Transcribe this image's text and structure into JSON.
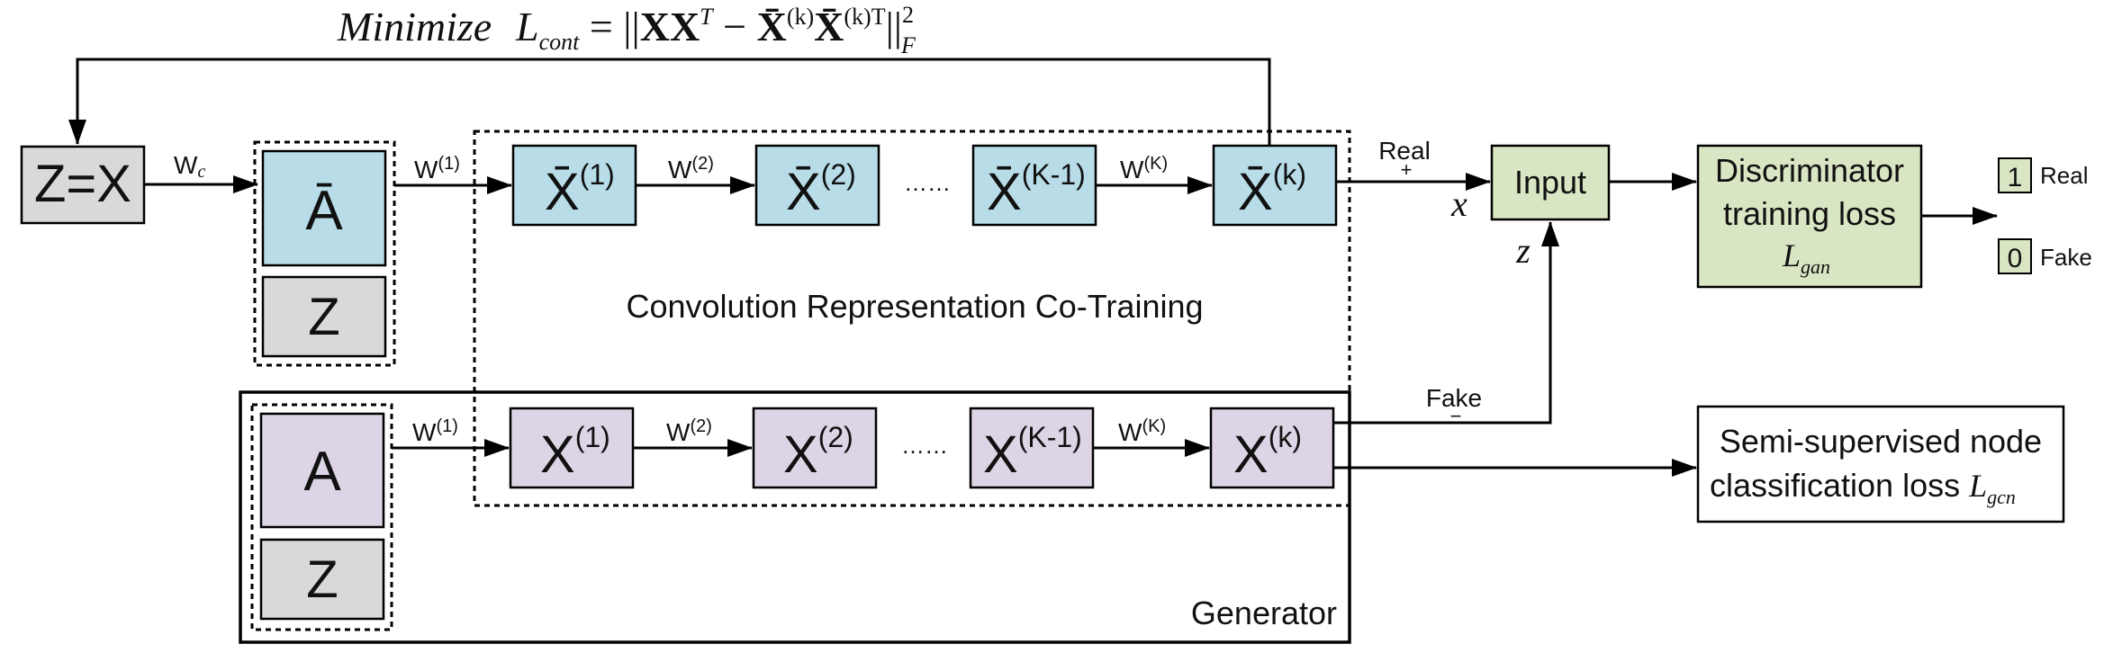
{
  "objective": {
    "lead": "Minimize",
    "loss_symbol": "L",
    "loss_sub": "cont",
    "eq": " = ||",
    "x1": "XX",
    "t1": "T",
    "minus": " − ",
    "xb1": "X̄",
    "k1": "(k)",
    "xb2": "X̄",
    "k2": "(k)T",
    "close": "||",
    "sup": "2",
    "sub": "F"
  },
  "input_node": {
    "label": "Z=X"
  },
  "weights": {
    "wc_main": "W",
    "wc_sub": "c",
    "w1_main": "W",
    "w1_sup": "(1)",
    "w2_main": "W",
    "w2_sup": "(2)",
    "wk_main": "W",
    "wk_sup": "(K)"
  },
  "top_stack": {
    "a_label": "Ā",
    "z_label": "Z"
  },
  "bottom_stack": {
    "a_label": "A",
    "z_label": "Z"
  },
  "top_chain": {
    "base": "X̄",
    "n1": "(1)",
    "n2": "(2)",
    "n3": "(K-1)",
    "n4": "(k)",
    "ellipsis": "……"
  },
  "bottom_chain": {
    "base": "X",
    "n1": "(1)",
    "n2": "(2)",
    "n3": "(K-1)",
    "n4": "(k)",
    "ellipsis": "……"
  },
  "cotrain_label": "Convolution Representation Co-Training",
  "generator_label": "Generator",
  "real": {
    "label": "Real",
    "sign": "+",
    "var": "x"
  },
  "fake": {
    "label": "Fake",
    "sign": "−",
    "var": "z"
  },
  "input_box": {
    "label": "Input"
  },
  "discriminator": {
    "line1": "Discriminator",
    "line2": "training loss",
    "loss_symbol": "L",
    "loss_sub": "gan"
  },
  "outputs": {
    "one": "1",
    "real": "Real",
    "zero": "0",
    "fake": "Fake"
  },
  "semi": {
    "line1": "Semi-supervised node",
    "line2": "classification loss ",
    "loss_symbol": "L",
    "loss_sub": "gcn"
  },
  "colors": {
    "blue": "#b8dde8",
    "purple": "#ddd5e6",
    "gray": "#d9d9d9",
    "green": "#d9e6c3"
  }
}
